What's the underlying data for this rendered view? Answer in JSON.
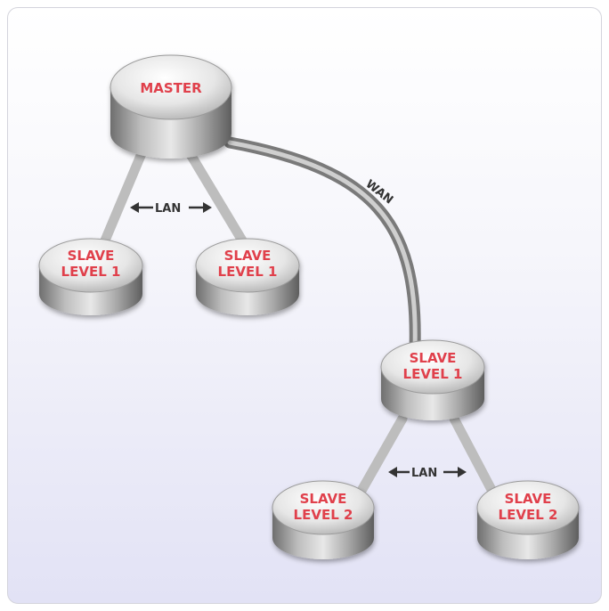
{
  "nodes": {
    "master": {
      "label": "MASTER"
    },
    "slave_l1_a": {
      "line1": "SLAVE",
      "line2": "LEVEL 1"
    },
    "slave_l1_b": {
      "line1": "SLAVE",
      "line2": "LEVEL 1"
    },
    "slave_l1_c": {
      "line1": "SLAVE",
      "line2": "LEVEL 1"
    },
    "slave_l2_a": {
      "line1": "SLAVE",
      "line2": "LEVEL 2"
    },
    "slave_l2_b": {
      "line1": "SLAVE",
      "line2": "LEVEL 2"
    }
  },
  "links": {
    "lan_top": "LAN",
    "wan": "WAN",
    "lan_bottom": "LAN"
  },
  "colors": {
    "label": "#e0404c",
    "link_text": "#333333"
  }
}
